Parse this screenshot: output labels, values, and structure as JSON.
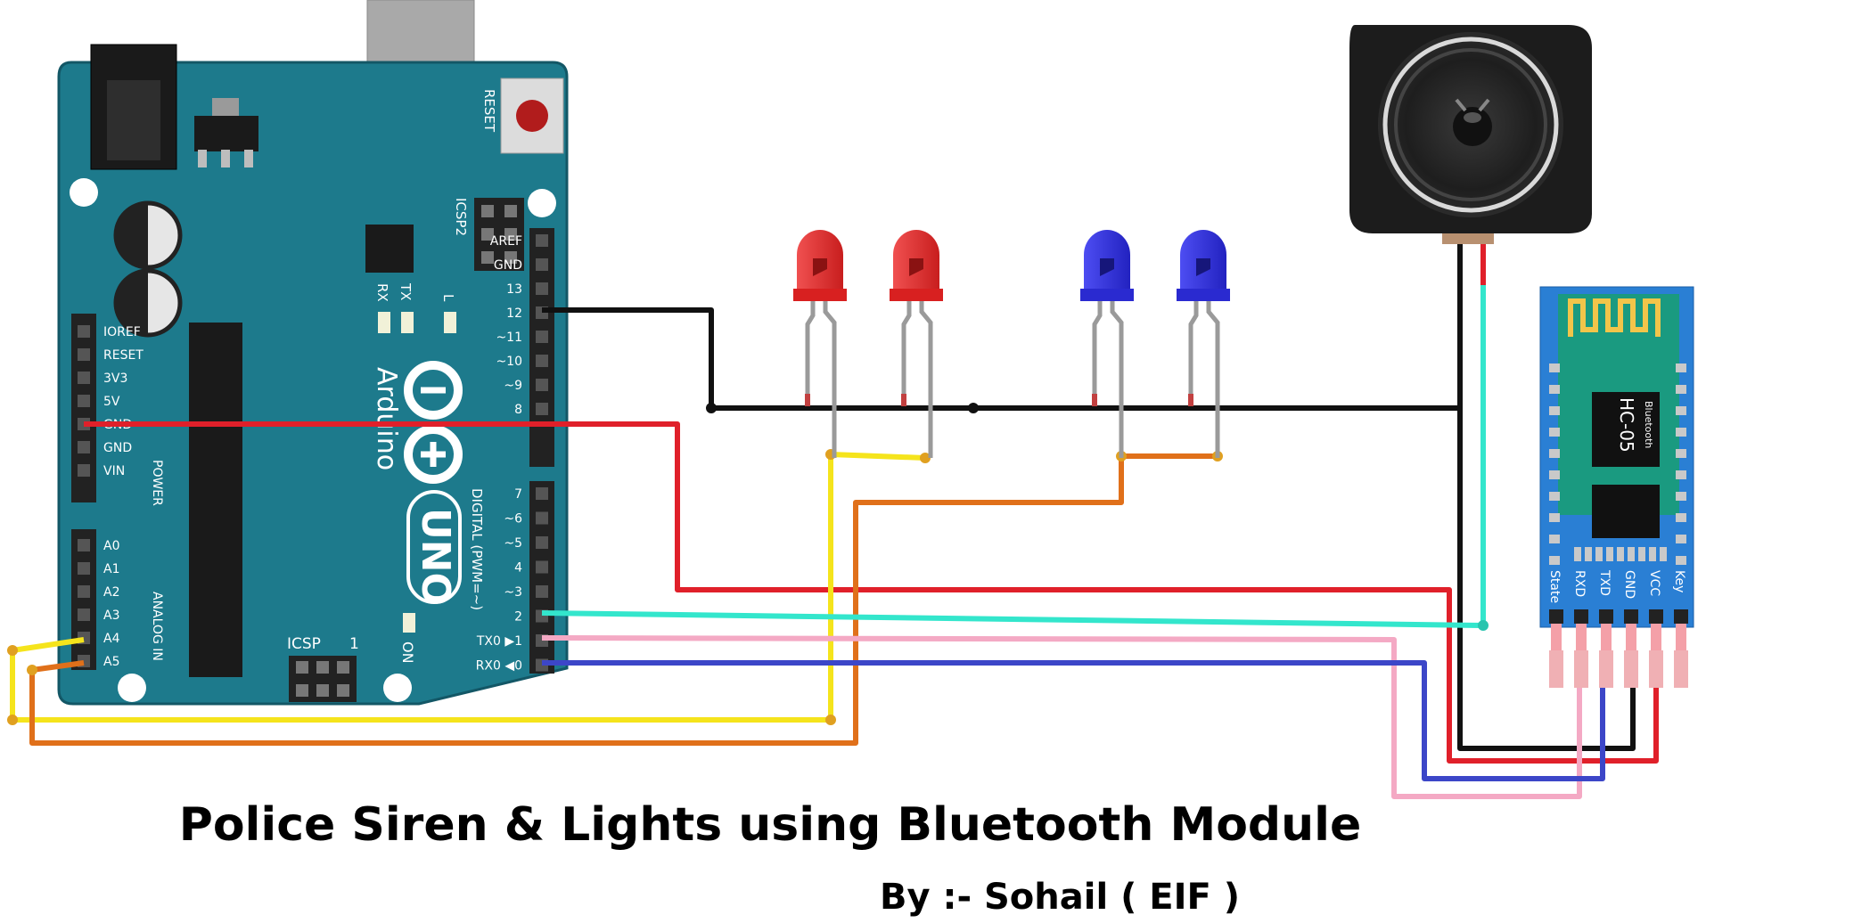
{
  "title": "Police Siren & Lights using Bluetooth Module",
  "byline": "By :- Sohail ( EIF )",
  "arduino": {
    "brand": "Arduino",
    "model": "UNO",
    "reset_label": "RESET",
    "icsp2_label": "ICSP2",
    "icsp_label": "ICSP",
    "icsp_pin1": "1",
    "on_label": "ON",
    "led_labels": {
      "rx": "RX",
      "tx": "TX",
      "l": "L"
    },
    "power_header_label": "POWER",
    "analog_header_label": "ANALOG IN",
    "digital_header_label": "DIGITAL (PWM=~)",
    "power_pins": [
      "IOREF",
      "RESET",
      "3V3",
      "5V",
      "GND",
      "GND",
      "VIN"
    ],
    "analog_pins": [
      "A0",
      "A1",
      "A2",
      "A3",
      "A4",
      "A5"
    ],
    "digital_pins_top": [
      "AREF",
      "GND",
      "13",
      "12",
      "~11",
      "~10",
      "~9",
      "8"
    ],
    "digital_pins_bottom": [
      "7",
      "~6",
      "~5",
      "4",
      "~3",
      "2",
      "TX0 ▶1",
      "RX0 ◀0"
    ]
  },
  "bluetooth_module": {
    "name": "HC-05",
    "sub": "Bluetooth",
    "pins": [
      "State",
      "RXD",
      "TXD",
      "GND",
      "VCC",
      "Key"
    ]
  },
  "leds": [
    {
      "color": "red"
    },
    {
      "color": "red"
    },
    {
      "color": "blue"
    },
    {
      "color": "blue"
    }
  ],
  "colors": {
    "board": "#1d7a8c",
    "board_dark": "#135766",
    "wire_gnd": "#111111",
    "wire_5v": "#e0202a",
    "wire_a4": "#f5e41c",
    "wire_a5": "#e0701a",
    "wire_d2": "#33e6cc",
    "wire_tx": "#f4a9c4",
    "wire_rx": "#3c46c8",
    "module_blue": "#2a7fd4"
  }
}
